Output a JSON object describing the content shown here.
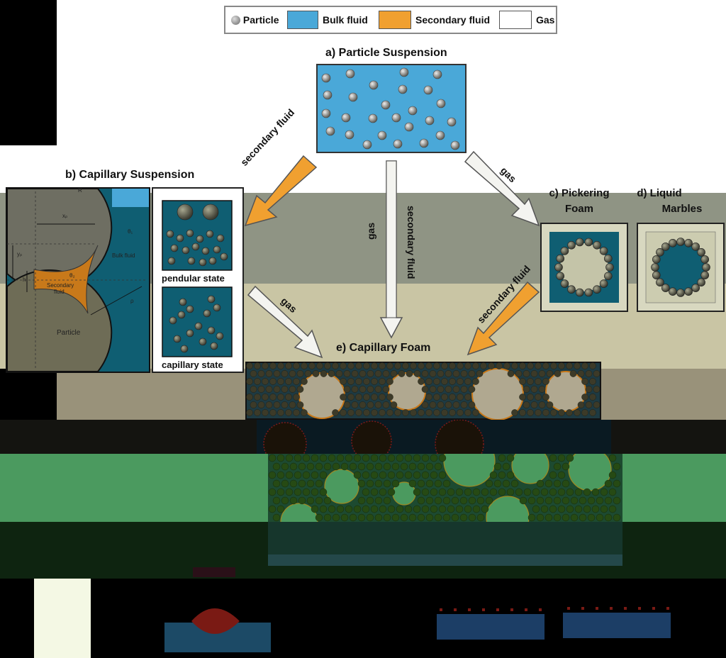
{
  "legend": {
    "particle": "Particle",
    "bulk_fluid": "Bulk fluid",
    "secondary_fluid": "Secondary fluid",
    "gas": "Gas"
  },
  "titles": {
    "a": "a) Particle Suspension",
    "b": "b) Capillary Suspension",
    "c_line1": "c) Pickering",
    "c_line2": "Foam",
    "d_line1": "d) Liquid",
    "d_line2": "Marbles",
    "e": "e) Capillary Foam"
  },
  "arrows": {
    "left": "secondary fluid",
    "center_gas": "gas",
    "center_secondary": "secondary fluid",
    "right": "gas",
    "pendular_to_foam": "gas",
    "pickering_to_foam": "secondary fluid"
  },
  "states": {
    "pendular": "pendular state",
    "capillary": "capillary state"
  },
  "bridge": {
    "R": "R",
    "xp": "xₚ",
    "yp": "yₚ",
    "h": "h",
    "theta1": "θ₁",
    "theta2": "θ₂",
    "rho": "ρ",
    "bulk": "Bulk fluid",
    "secondary_line1": "Secondary",
    "secondary_line2": "fluid",
    "particle": "Particle"
  },
  "colors": {
    "bulk": "#4aa8d8",
    "secondary": "#f0a030",
    "particle": "#8a8a80",
    "background": "#000000",
    "arrow_orange": "#f0a030",
    "arrow_white": "#f4f4f0"
  }
}
